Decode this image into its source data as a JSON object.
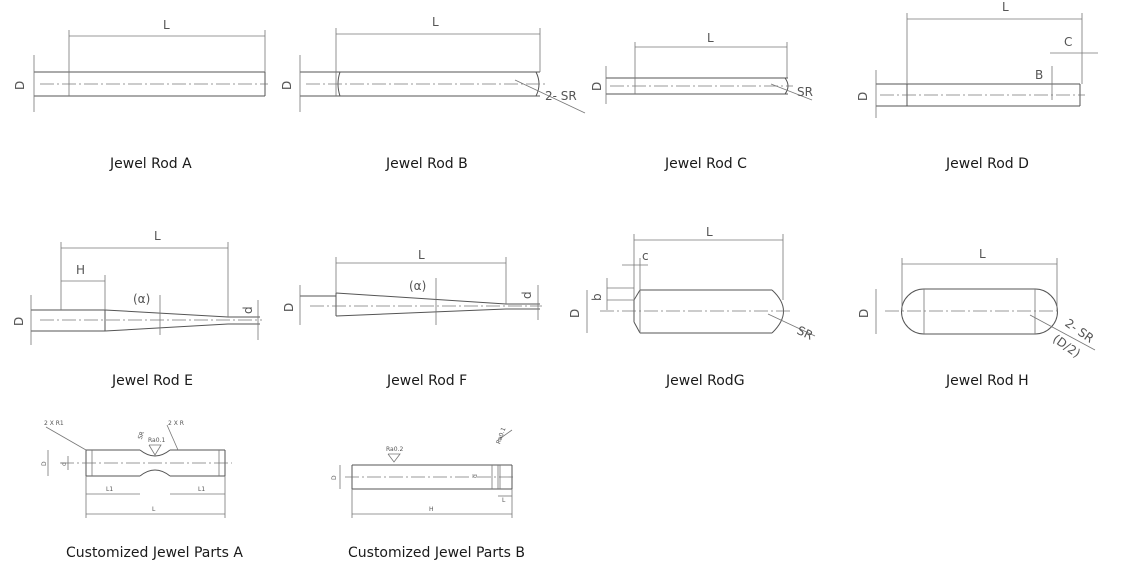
{
  "parts": [
    {
      "caption": "Jewel Rod A",
      "dims": [
        "L",
        "D"
      ]
    },
    {
      "caption": "Jewel Rod B",
      "dims": [
        "L",
        "D",
        "2- SR"
      ]
    },
    {
      "caption": "Jewel Rod C",
      "dims": [
        "L",
        "D",
        "SR"
      ]
    },
    {
      "caption": "Jewel Rod D",
      "dims": [
        "L",
        "C",
        "B",
        "D"
      ]
    },
    {
      "caption": "Jewel Rod E",
      "dims": [
        "L",
        "H",
        "(α)",
        "D",
        "d"
      ]
    },
    {
      "caption": "Jewel Rod F",
      "dims": [
        "L",
        "(α)",
        "D",
        "d"
      ]
    },
    {
      "caption": "Jewel RodG",
      "dims": [
        "L",
        "c",
        "b",
        "D",
        "SR"
      ]
    },
    {
      "caption": "Jewel Rod H",
      "dims": [
        "L",
        "D",
        "2- SR",
        "(D/2)"
      ]
    },
    {
      "caption": "Customized Jewel Parts A",
      "dims": [
        "2 X R1",
        "2 X R",
        "SR",
        "Ra0.1",
        "D",
        "d",
        "L1",
        "L1",
        "L"
      ]
    },
    {
      "caption": "Customized Jewel Parts B",
      "dims": [
        "Ra0.2",
        "d",
        "D",
        "H",
        "L",
        "Ra0.1"
      ]
    }
  ]
}
